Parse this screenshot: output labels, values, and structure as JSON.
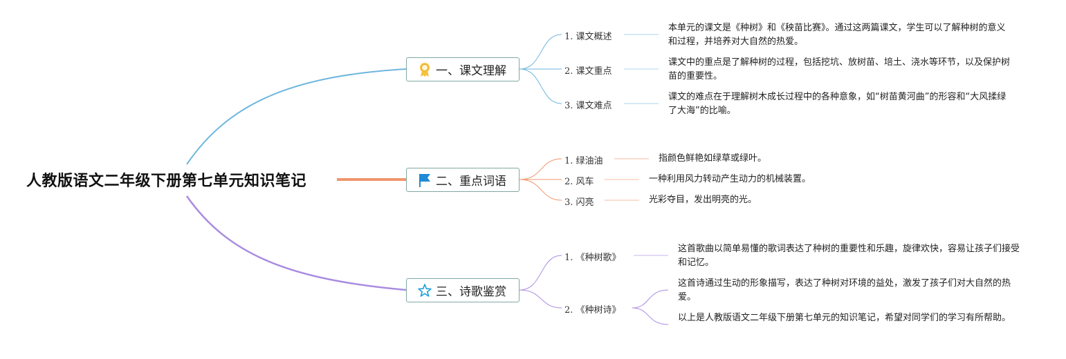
{
  "root": {
    "title": "人教版语文二年级下册第七单元知识笔记"
  },
  "colors": {
    "blue": "#6db6dd",
    "orange": "#f0956b",
    "purple": "#a98be0",
    "box_border": "#7fa7a3"
  },
  "branches": [
    {
      "label": "一、课文理解",
      "icon": "award-ribbon-icon",
      "children": [
        {
          "label": "1. 课文概述",
          "desc": "本单元的课文是《种树》和《秧苗比赛》。通过这两篇课文，学生可以了解种树的意义和过程，并培养对大自然的热爱。"
        },
        {
          "label": "2. 课文重点",
          "desc": "课文中的重点是了解种树的过程，包括挖坑、放树苗、培土、浇水等环节，以及保护树苗的重要性。"
        },
        {
          "label": "3. 课文难点",
          "desc": "课文的难点在于理解树木成长过程中的各种意象，如“树苗黄河曲”的形容和“大风揉绿了大海”的比喻。"
        }
      ]
    },
    {
      "label": "二、重点词语",
      "icon": "flag-icon",
      "children": [
        {
          "label": "1. 绿油油",
          "desc": "指颜色鲜艳如绿草或绿叶。"
        },
        {
          "label": "2. 风车",
          "desc": "一种利用风力转动产生动力的机械装置。"
        },
        {
          "label": "3. 闪亮",
          "desc": "光彩夺目，发出明亮的光。"
        }
      ]
    },
    {
      "label": "三、诗歌鉴赏",
      "icon": "star-icon",
      "children": [
        {
          "label": "1. 《种树歌》",
          "desc": "这首歌曲以简单易懂的歌词表达了种树的重要性和乐趣，旋律欢快，容易让孩子们接受和记忆。"
        },
        {
          "label": "2. 《种树诗》",
          "descs": [
            "这首诗通过生动的形象描写，表达了种树对环境的益处，激发了孩子们对大自然的热爱。",
            "以上是人教版语文二年级下册第七单元的知识笔记，希望对同学们的学习有所帮助。"
          ]
        }
      ]
    }
  ]
}
